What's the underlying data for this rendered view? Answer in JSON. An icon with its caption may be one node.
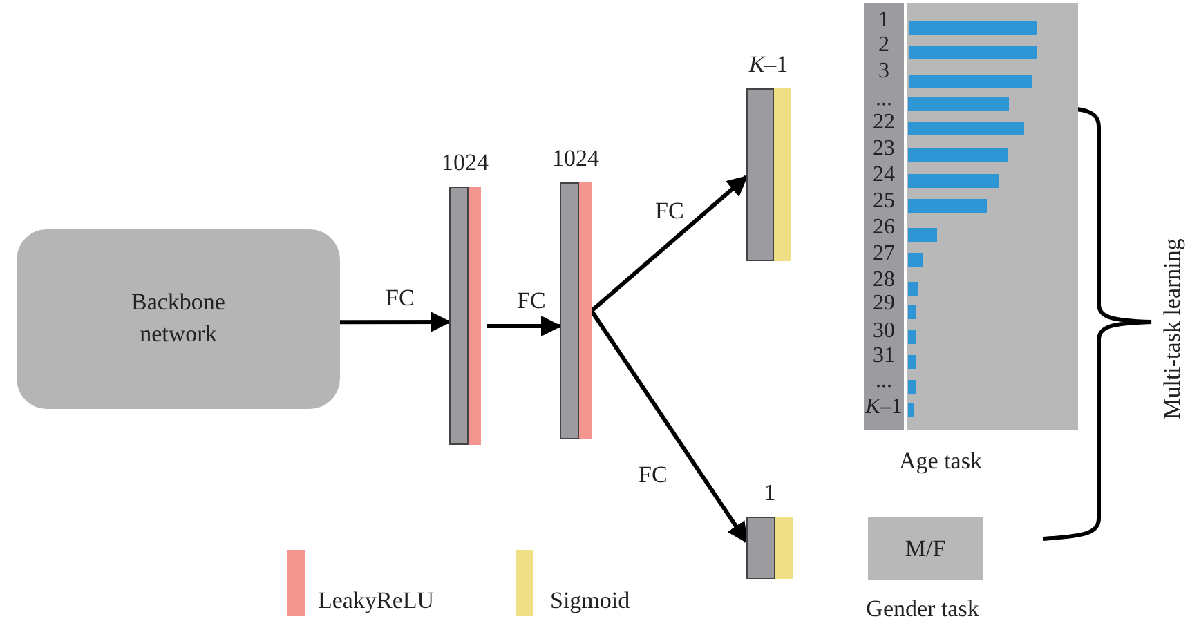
{
  "diagram": {
    "nodes": [
      {
        "text": [
          "Backbone network"
        ]
      },
      {
        "text": [
          "1024"
        ]
      },
      {
        "text": [
          "1024"
        ]
      },
      {
        "text": [
          "*K*–1"
        ]
      },
      {
        "text": [
          "1"
        ]
      },
      {
        "text": [
          "Age task"
        ]
      },
      {
        "text": [
          "M/F"
        ],
        "beside": [
          "Gender task"
        ]
      }
    ],
    "edges": [
      {
        "from": 0,
        "to": 1,
        "arrow": "to",
        "label": "FC"
      },
      {
        "from": 1,
        "to": 2,
        "arrow": "to",
        "label": "FC"
      },
      {
        "from": 2,
        "to": 3,
        "arrow": "to",
        "label": "FC"
      },
      {
        "from": 2,
        "to": 4,
        "arrow": "to",
        "label": "FC"
      }
    ],
    "labels": [
      "1",
      "2",
      "3",
      "...",
      "22",
      "23",
      "24",
      "25",
      "26",
      "27",
      "28",
      "29",
      "30",
      "31",
      "...",
      "*K*–1",
      "Multi-task learning"
    ],
    "legend": [
      {
        "text": "LeakyReLU",
        "color": "#f4968f"
      },
      {
        "text": "Sigmoid",
        "color": "#efe085"
      }
    ]
  }
}
